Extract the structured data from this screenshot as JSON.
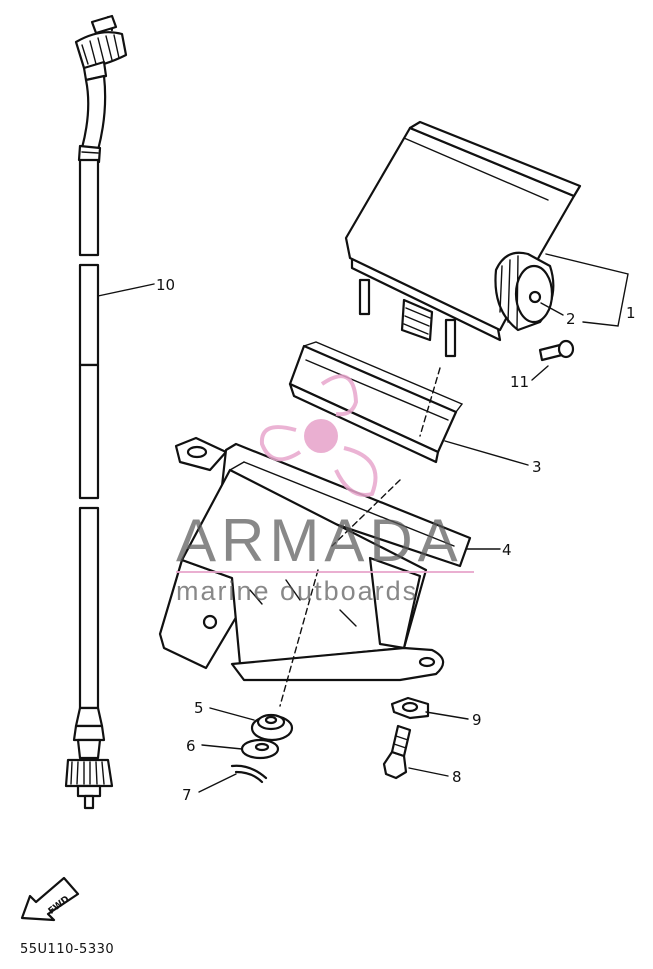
{
  "diagram": {
    "callouts": [
      {
        "id": "c1",
        "text": "1"
      },
      {
        "id": "c2",
        "text": "2"
      },
      {
        "id": "c3",
        "text": "3"
      },
      {
        "id": "c4",
        "text": "4"
      },
      {
        "id": "c5",
        "text": "5"
      },
      {
        "id": "c6",
        "text": "6"
      },
      {
        "id": "c7",
        "text": "7"
      },
      {
        "id": "c8",
        "text": "8"
      },
      {
        "id": "c9",
        "text": "9"
      },
      {
        "id": "c10",
        "text": "10"
      },
      {
        "id": "c11",
        "text": "11"
      }
    ],
    "part_code": "55U110-5330",
    "fwd_label": "FWD"
  },
  "watermark": {
    "brand": "ARMADA",
    "tagline": "marine outboards",
    "accent_color": "#e8a6cc",
    "text_color": "#5a5a5a"
  }
}
